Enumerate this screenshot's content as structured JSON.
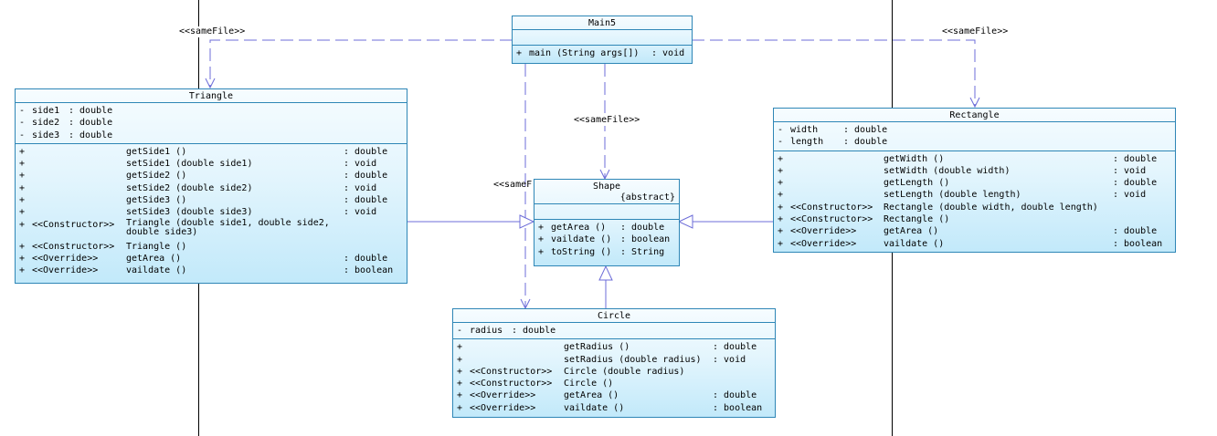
{
  "classes": {
    "main5": {
      "name": "Main5",
      "operations": [
        {
          "vis": "+",
          "name": "main (String args[])",
          "type": ": void"
        }
      ]
    },
    "triangle": {
      "name": "Triangle",
      "attributes": [
        {
          "vis": "-",
          "name": "side1",
          "type": ": double"
        },
        {
          "vis": "-",
          "name": "side2",
          "type": ": double"
        },
        {
          "vis": "-",
          "name": "side3",
          "type": ": double"
        }
      ],
      "operations": [
        {
          "vis": "+",
          "stereo": "",
          "name": "getSide1 ()",
          "type": ": double"
        },
        {
          "vis": "+",
          "stereo": "",
          "name": "setSide1 (double side1)",
          "type": ": void"
        },
        {
          "vis": "+",
          "stereo": "",
          "name": "getSide2 ()",
          "type": ": double"
        },
        {
          "vis": "+",
          "stereo": "",
          "name": "setSide2 (double side2)",
          "type": ": void"
        },
        {
          "vis": "+",
          "stereo": "",
          "name": "getSide3 ()",
          "type": ": double"
        },
        {
          "vis": "+",
          "stereo": "",
          "name": "setSide3 (double side3)",
          "type": ": void"
        },
        {
          "vis": "+",
          "stereo": "<<Constructor>>",
          "name": "Triangle (double side1, double side2,\n double side3)",
          "type": ""
        },
        {
          "vis": "+",
          "stereo": "<<Constructor>>",
          "name": "Triangle ()",
          "type": ""
        },
        {
          "vis": "+",
          "stereo": "<<Override>>",
          "name": "getArea ()",
          "type": ": double"
        },
        {
          "vis": "+",
          "stereo": "<<Override>>",
          "name": "vaildate ()",
          "type": ": boolean"
        }
      ]
    },
    "shape": {
      "name": "Shape",
      "stereotype": "{abstract}",
      "operations": [
        {
          "vis": "+",
          "name": "getArea ()",
          "type": ": double"
        },
        {
          "vis": "+",
          "name": "vaildate ()",
          "type": ": boolean"
        },
        {
          "vis": "+",
          "name": "toString ()",
          "type": ": String"
        }
      ]
    },
    "rectangle": {
      "name": "Rectangle",
      "attributes": [
        {
          "vis": "-",
          "name": "width",
          "type": ": double"
        },
        {
          "vis": "-",
          "name": "length",
          "type": ": double"
        }
      ],
      "operations": [
        {
          "vis": "+",
          "stereo": "",
          "name": "getWidth ()",
          "type": ": double"
        },
        {
          "vis": "+",
          "stereo": "",
          "name": "setWidth (double width)",
          "type": ": void"
        },
        {
          "vis": "+",
          "stereo": "",
          "name": "getLength ()",
          "type": ": double"
        },
        {
          "vis": "+",
          "stereo": "",
          "name": "setLength (double length)",
          "type": ": void"
        },
        {
          "vis": "+",
          "stereo": "<<Constructor>>",
          "name": "Rectangle (double width, double length)",
          "type": ""
        },
        {
          "vis": "+",
          "stereo": "<<Constructor>>",
          "name": "Rectangle ()",
          "type": ""
        },
        {
          "vis": "+",
          "stereo": "<<Override>>",
          "name": "getArea ()",
          "type": ": double"
        },
        {
          "vis": "+",
          "stereo": "<<Override>>",
          "name": "vaildate ()",
          "type": ": boolean"
        }
      ]
    },
    "circle": {
      "name": "Circle",
      "attributes": [
        {
          "vis": "-",
          "name": "radius",
          "type": ": double"
        }
      ],
      "operations": [
        {
          "vis": "+",
          "stereo": "",
          "name": "getRadius ()",
          "type": ": double"
        },
        {
          "vis": "+",
          "stereo": "",
          "name": "setRadius (double radius)",
          "type": ": void"
        },
        {
          "vis": "+",
          "stereo": "<<Constructor>>",
          "name": "Circle (double radius)",
          "type": ""
        },
        {
          "vis": "+",
          "stereo": "<<Constructor>>",
          "name": "Circle ()",
          "type": ""
        },
        {
          "vis": "+",
          "stereo": "<<Override>>",
          "name": "getArea ()",
          "type": ": double"
        },
        {
          "vis": "+",
          "stereo": "<<Override>>",
          "name": "vaildate ()",
          "type": ": boolean"
        }
      ]
    }
  },
  "dependency_labels": {
    "to_triangle": "<<sameFile>>",
    "to_rectangle": "<<sameFile>>",
    "to_shape": "<<sameFile>>",
    "to_circle": "<<sameF"
  },
  "colors": {
    "class_border": "#2e86b6",
    "class_fill_top": "#f6fcff",
    "class_fill_bottom": "#c2e9fa",
    "connector": "#6c6cd8"
  }
}
